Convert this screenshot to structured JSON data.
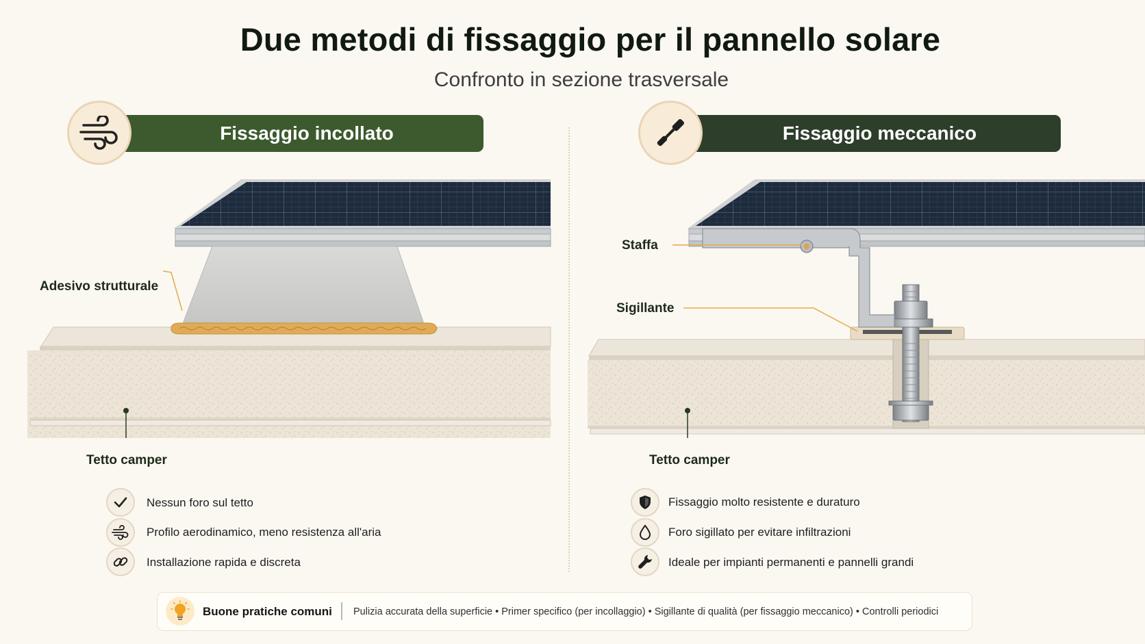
{
  "header": {
    "title": "Due metodi di fissaggio per il pannello solare",
    "subtitle": "Confronto in sezione trasversale"
  },
  "colors": {
    "left_badge": "#3c5a2e",
    "right_badge": "#2d3f2b",
    "callout_line": "#e3a94a",
    "adhesive": "#e0ab58",
    "background": "#fbf8f2"
  },
  "left": {
    "heading": "Fissaggio incollato",
    "heading_icon": "wind-icon",
    "callouts": {
      "adhesive": "Adesivo strutturale",
      "roof": "Tetto camper"
    },
    "features": [
      {
        "icon": "check-icon",
        "text": "Nessun foro sul tetto"
      },
      {
        "icon": "wind-icon",
        "text": "Profilo aerodinamico, meno resistenza all'aria"
      },
      {
        "icon": "link-icon",
        "text": "Installazione rapida e discreta"
      }
    ]
  },
  "right": {
    "heading": "Fissaggio meccanico",
    "heading_icon": "screwdriver-icon",
    "callouts": {
      "bracket": "Staffa",
      "sealant": "Sigillante",
      "roof": "Tetto camper"
    },
    "features": [
      {
        "icon": "shield-icon",
        "text": "Fissaggio molto resistente e duraturo"
      },
      {
        "icon": "drop-icon",
        "text": "Foro sigillato per evitare infiltrazioni"
      },
      {
        "icon": "wrench-icon",
        "text": "Ideale per impianti permanenti e pannelli grandi"
      }
    ]
  },
  "tips": {
    "icon": "lightbulb-icon",
    "title": "Buone pratiche comuni",
    "text": "Pulizia accurata della superficie • Primer specifico (per incollaggio) • Sigillante di qualità (per fissaggio meccanico) • Controlli periodici"
  }
}
